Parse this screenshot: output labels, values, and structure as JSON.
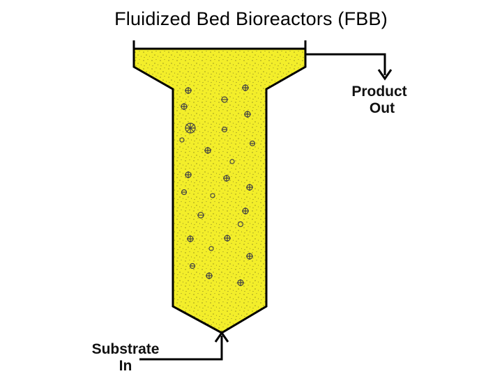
{
  "title": "Fluidized Bed Bioreactors (FBB)",
  "labels": {
    "product_out_line1": "Product",
    "product_out_line2": "Out",
    "substrate_in_line1": "Substrate",
    "substrate_in_line2": "In"
  },
  "colors": {
    "fluid": "#f3ee2a",
    "outline": "#000000",
    "background": "#ffffff"
  }
}
